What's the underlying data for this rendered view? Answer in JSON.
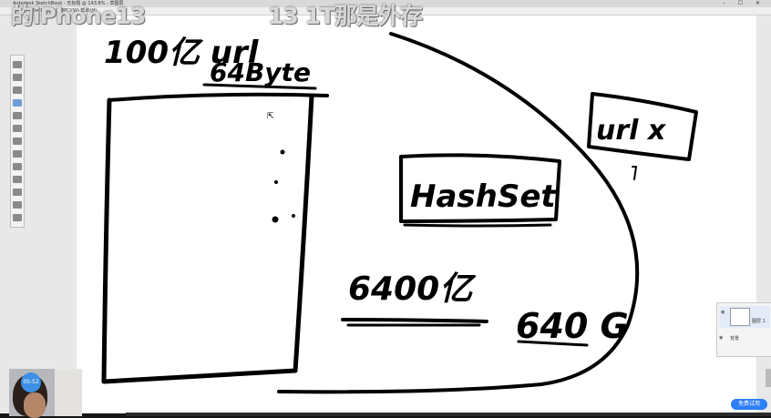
{
  "window": {
    "title": "Autodesk SketchBook - 无标题 @ 143.8% - 草图层",
    "controls": "– ☐ ✕"
  },
  "menubar": {
    "items": "文件(F)  编辑(E)  图像(I)  窗口(W)  帮助(H)"
  },
  "overlay": {
    "left_caption": "的iPhone13",
    "right_caption": "13  1T那是外存"
  },
  "canvas": {
    "ink_texts": {
      "count_url": "100亿 url",
      "bytes": "64Byte",
      "hashset": "HashSet",
      "urlx": "url x",
      "total_count": "6400亿",
      "size": "640 G"
    }
  },
  "layers_panel": {
    "layer1_label": "图层 1",
    "layer2_label": "背景"
  },
  "webcam": {
    "timer": "05:52"
  },
  "try_button": {
    "label": "免费试用"
  },
  "colors": {
    "ink": "#000000",
    "canvas": "#ffffff",
    "accent": "#2d7ff5"
  }
}
